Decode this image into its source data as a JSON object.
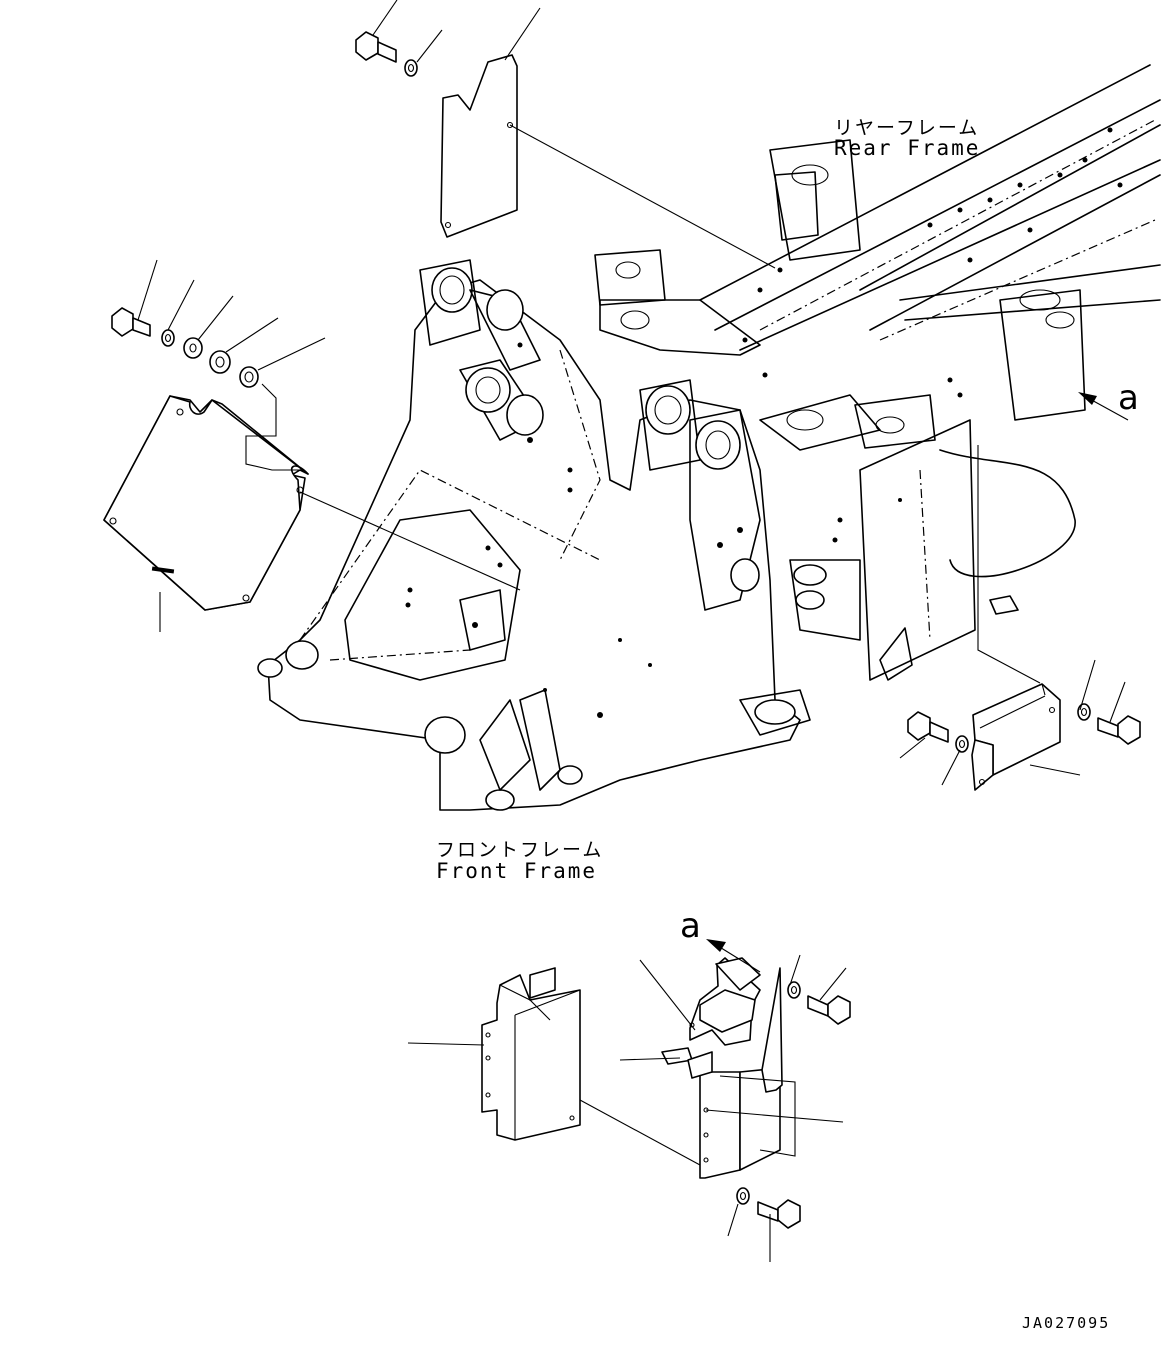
{
  "labels": {
    "rear_frame_jp": "リヤーフレーム",
    "rear_frame_en": "Rear Frame",
    "front_frame_jp": "フロントフレーム",
    "front_frame_en": "Front Frame",
    "view_letter": "a",
    "drawing_code": "JA027095"
  }
}
